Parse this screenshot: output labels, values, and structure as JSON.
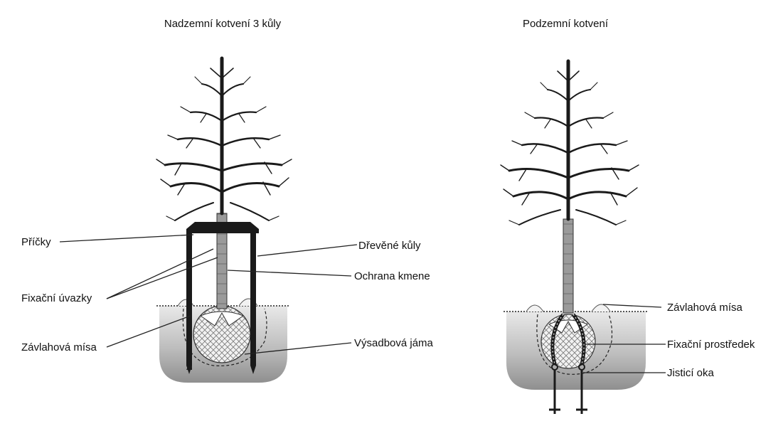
{
  "left_panel": {
    "title": "Nadzemní kotvení 3 kůly",
    "labels": {
      "pricky": "Příčky",
      "fixacni_uvazky": "Fixační úvazky",
      "zavlahova_misa": "Závlahová mísa",
      "drevene_kuly": "Dřevěné kůly",
      "ochrana_kmene": "Ochrana kmene",
      "vysadbova_jama": "Výsadbová jáma"
    }
  },
  "right_panel": {
    "title": "Podzemní kotvení",
    "labels": {
      "zavlahova_misa": "Závlahová mísa",
      "fixacni_prostredek": "Fixační prostředek",
      "jistici_oka": "Jisticí oka"
    }
  }
}
